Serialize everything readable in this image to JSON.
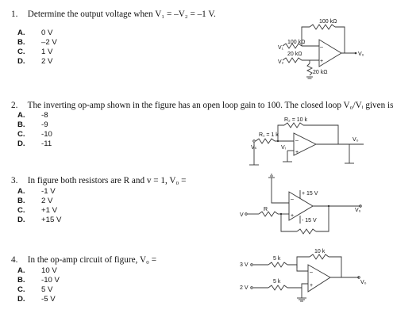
{
  "questions": [
    {
      "number": "1.",
      "text": "Determine the output voltage when V₁ = –V₂ = –1 V.",
      "options": [
        {
          "label": "A.",
          "value": "0 V"
        },
        {
          "label": "B.",
          "value": "–2 V"
        },
        {
          "label": "C.",
          "value": "1 V"
        },
        {
          "label": "D.",
          "value": "2 V"
        }
      ],
      "circuit": {
        "rf": "100 kΩ",
        "r1": "100 kΩ",
        "r2": "20 kΩ",
        "r3": "20 kΩ",
        "in1": "V₁",
        "in2": "V₂",
        "out": "V₀",
        "minus": "–",
        "plus": "+"
      }
    },
    {
      "number": "2.",
      "text": "The inverting op-amp shown in the figure has an open loop gain to 100. The closed loop V₀/Vᵢ given is",
      "options": [
        {
          "label": "A.",
          "value": "-8"
        },
        {
          "label": "B.",
          "value": "-9"
        },
        {
          "label": "C.",
          "value": "-10"
        },
        {
          "label": "D.",
          "value": "-11"
        }
      ],
      "circuit": {
        "r2": "R₂ = 10 k",
        "r1": "R₁ = 1 k",
        "vs": "Vₛ",
        "vi": "Vᵢ",
        "out": "V₀",
        "minus": "–",
        "plus": "+"
      }
    },
    {
      "number": "3.",
      "text": "In figure both resistors are R and v = 1, V₀ =",
      "options": [
        {
          "label": "A.",
          "value": "-1 V"
        },
        {
          "label": "B.",
          "value": "2 V"
        },
        {
          "label": "C.",
          "value": "+1 V"
        },
        {
          "label": "D.",
          "value": "+15 V"
        }
      ],
      "circuit": {
        "pos": "+ 15 V",
        "neg": "- 15 V",
        "r": "R",
        "vin": "V",
        "out": "V₀",
        "minus": "–",
        "plus": "+"
      }
    },
    {
      "number": "4.",
      "text": "In the op-amp circuit of figure, V₀ =",
      "options": [
        {
          "label": "A.",
          "value": "10 V"
        },
        {
          "label": "B.",
          "value": "-10 V"
        },
        {
          "label": "C.",
          "value": "5 V"
        },
        {
          "label": "D.",
          "value": "-5 V"
        }
      ],
      "circuit": {
        "rf": "10 k",
        "r1": "5 k",
        "r2": "5 k",
        "v1": "3 V",
        "v2": "2 V",
        "out": "V₀",
        "minus": "–",
        "plus": "+"
      }
    }
  ]
}
